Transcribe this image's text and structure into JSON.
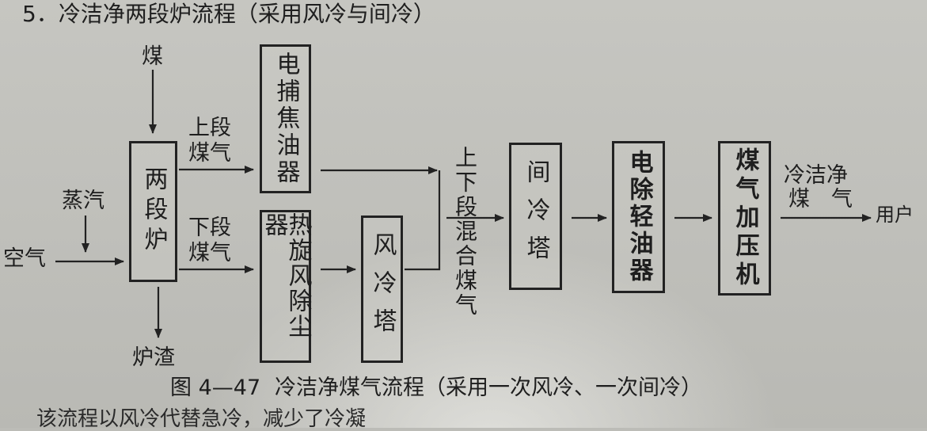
{
  "heading": "5．冷洁净两段炉流程（采用风冷与间冷）",
  "inputs": {
    "coal": "煤",
    "steam": "蒸汽",
    "air": "空气"
  },
  "outputs": {
    "slag": "炉渣",
    "user": "用户"
  },
  "gas_labels": {
    "upper": [
      "上段",
      "煤气"
    ],
    "lower": [
      "下段",
      "煤气"
    ],
    "mixed": "上下段混合煤气",
    "clean": [
      "冷洁净",
      "煤　气"
    ]
  },
  "boxes": {
    "furnace": "两段炉",
    "tar_catcher": "电捕焦油器",
    "cyclone": "热旋风除尘器",
    "air_cooler": "风冷塔",
    "indirect_cooler": "间冷塔",
    "light_oil": "电除轻油器",
    "compressor": "煤气加压机"
  },
  "caption": {
    "figure_no": "图 4—47",
    "title": "冷洁净煤气流程（采用一次风冷、一次间冷）"
  },
  "bottom_text": "该流程以风冷代替急冷，减少了冷凝"
}
